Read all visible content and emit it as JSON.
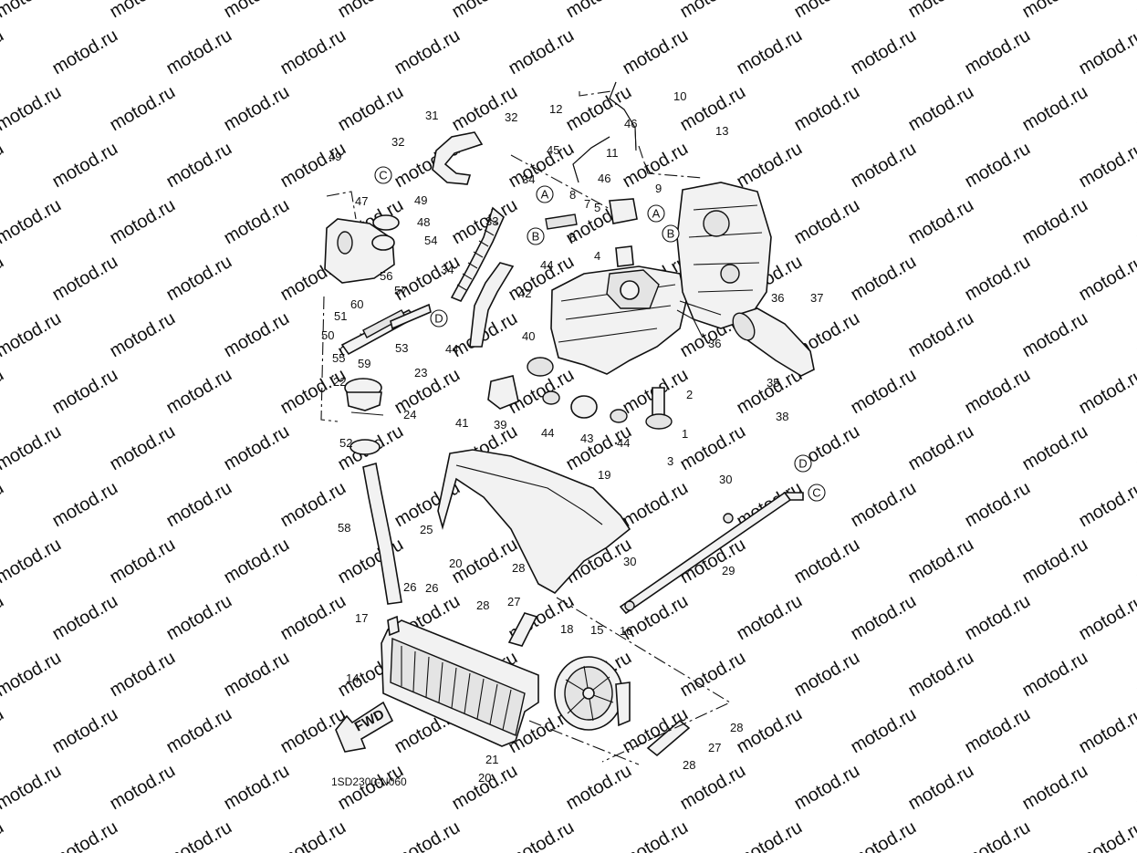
{
  "watermark": "motod.ru",
  "diagram_code": "1SD2300-N060",
  "fwd_label": "FWD",
  "part_numbers": [
    "1",
    "2",
    "3",
    "4",
    "5",
    "6",
    "7",
    "8",
    "9",
    "10",
    "11",
    "12",
    "13",
    "14",
    "15",
    "16",
    "17",
    "18",
    "19",
    "20",
    "20",
    "21",
    "22",
    "23",
    "24",
    "25",
    "26",
    "26",
    "27",
    "27",
    "28",
    "28",
    "28",
    "28",
    "29",
    "30",
    "30",
    "31",
    "32",
    "32",
    "33",
    "34",
    "34",
    "35",
    "36",
    "36",
    "37",
    "38",
    "39",
    "40",
    "41",
    "42",
    "43",
    "44",
    "44",
    "44",
    "44",
    "45",
    "46",
    "46",
    "47",
    "48",
    "49",
    "49",
    "50",
    "51",
    "52",
    "53",
    "54",
    "55",
    "56",
    "57",
    "58",
    "59",
    "60"
  ],
  "reference_markers": [
    "A",
    "A",
    "B",
    "B",
    "C",
    "C",
    "D",
    "D"
  ]
}
